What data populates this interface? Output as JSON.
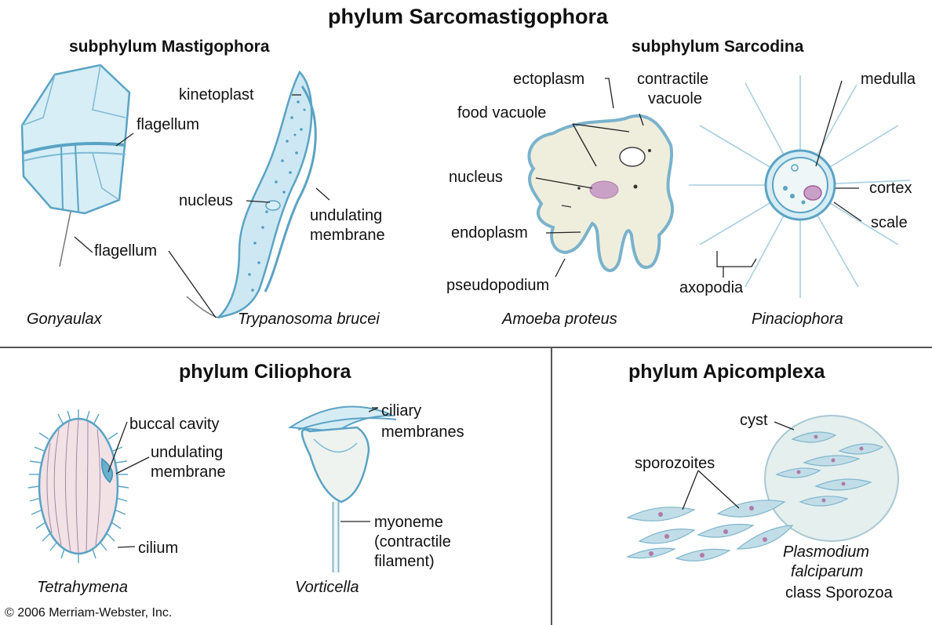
{
  "titles": {
    "sarcomastigophora": "phylum Sarcomastigophora",
    "mastigophora": "subphylum Mastigophora",
    "sarcodina": "subphylum Sarcodina",
    "ciliophora": "phylum Ciliophora",
    "apicomplexa": "phylum Apicomplexa"
  },
  "organisms": {
    "gonyaulax": {
      "name": "Gonyaulax",
      "labels": {
        "flagellum_upper": "flagellum",
        "flagellum_lower": "flagellum"
      }
    },
    "trypanosoma": {
      "name": "Trypanosoma brucei",
      "labels": {
        "kinetoplast": "kinetoplast",
        "nucleus": "nucleus",
        "undulating_1": "undulating",
        "undulating_2": "membrane"
      }
    },
    "amoeba": {
      "name": "Amoeba proteus",
      "labels": {
        "ectoplasm": "ectoplasm",
        "contractile_1": "contractile",
        "contractile_2": "vacuole",
        "food_vacuole": "food vacuole",
        "nucleus": "nucleus",
        "endoplasm": "endoplasm",
        "pseudopodium": "pseudopodium"
      }
    },
    "pinaciophora": {
      "name": "Pinaciophora",
      "labels": {
        "medulla": "medulla",
        "cortex": "cortex",
        "scale": "scale",
        "axopodia": "axopodia"
      }
    },
    "tetrahymena": {
      "name": "Tetrahymena",
      "labels": {
        "buccal": "buccal cavity",
        "undulating_1": "undulating",
        "undulating_2": "membrane",
        "cilium": "cilium"
      }
    },
    "vorticella": {
      "name": "Vorticella",
      "labels": {
        "ciliary_1": "ciliary",
        "ciliary_2": "membranes",
        "myoneme_1": "myoneme",
        "myoneme_2": "(contractile",
        "myoneme_3": "filament)"
      }
    },
    "plasmodium": {
      "name_1": "Plasmodium",
      "name_2": "falciparum",
      "class": "class Sporozoa",
      "labels": {
        "cyst": "cyst",
        "sporozoites": "sporozoites"
      }
    }
  },
  "copyright": "© 2006 Merriam-Webster, Inc.",
  "colors": {
    "outline": "#5aa3c4",
    "fill": "#d3ebf3",
    "cell": "#efeedd",
    "nucleus": "#c9a0c6",
    "rule": "#555555"
  }
}
